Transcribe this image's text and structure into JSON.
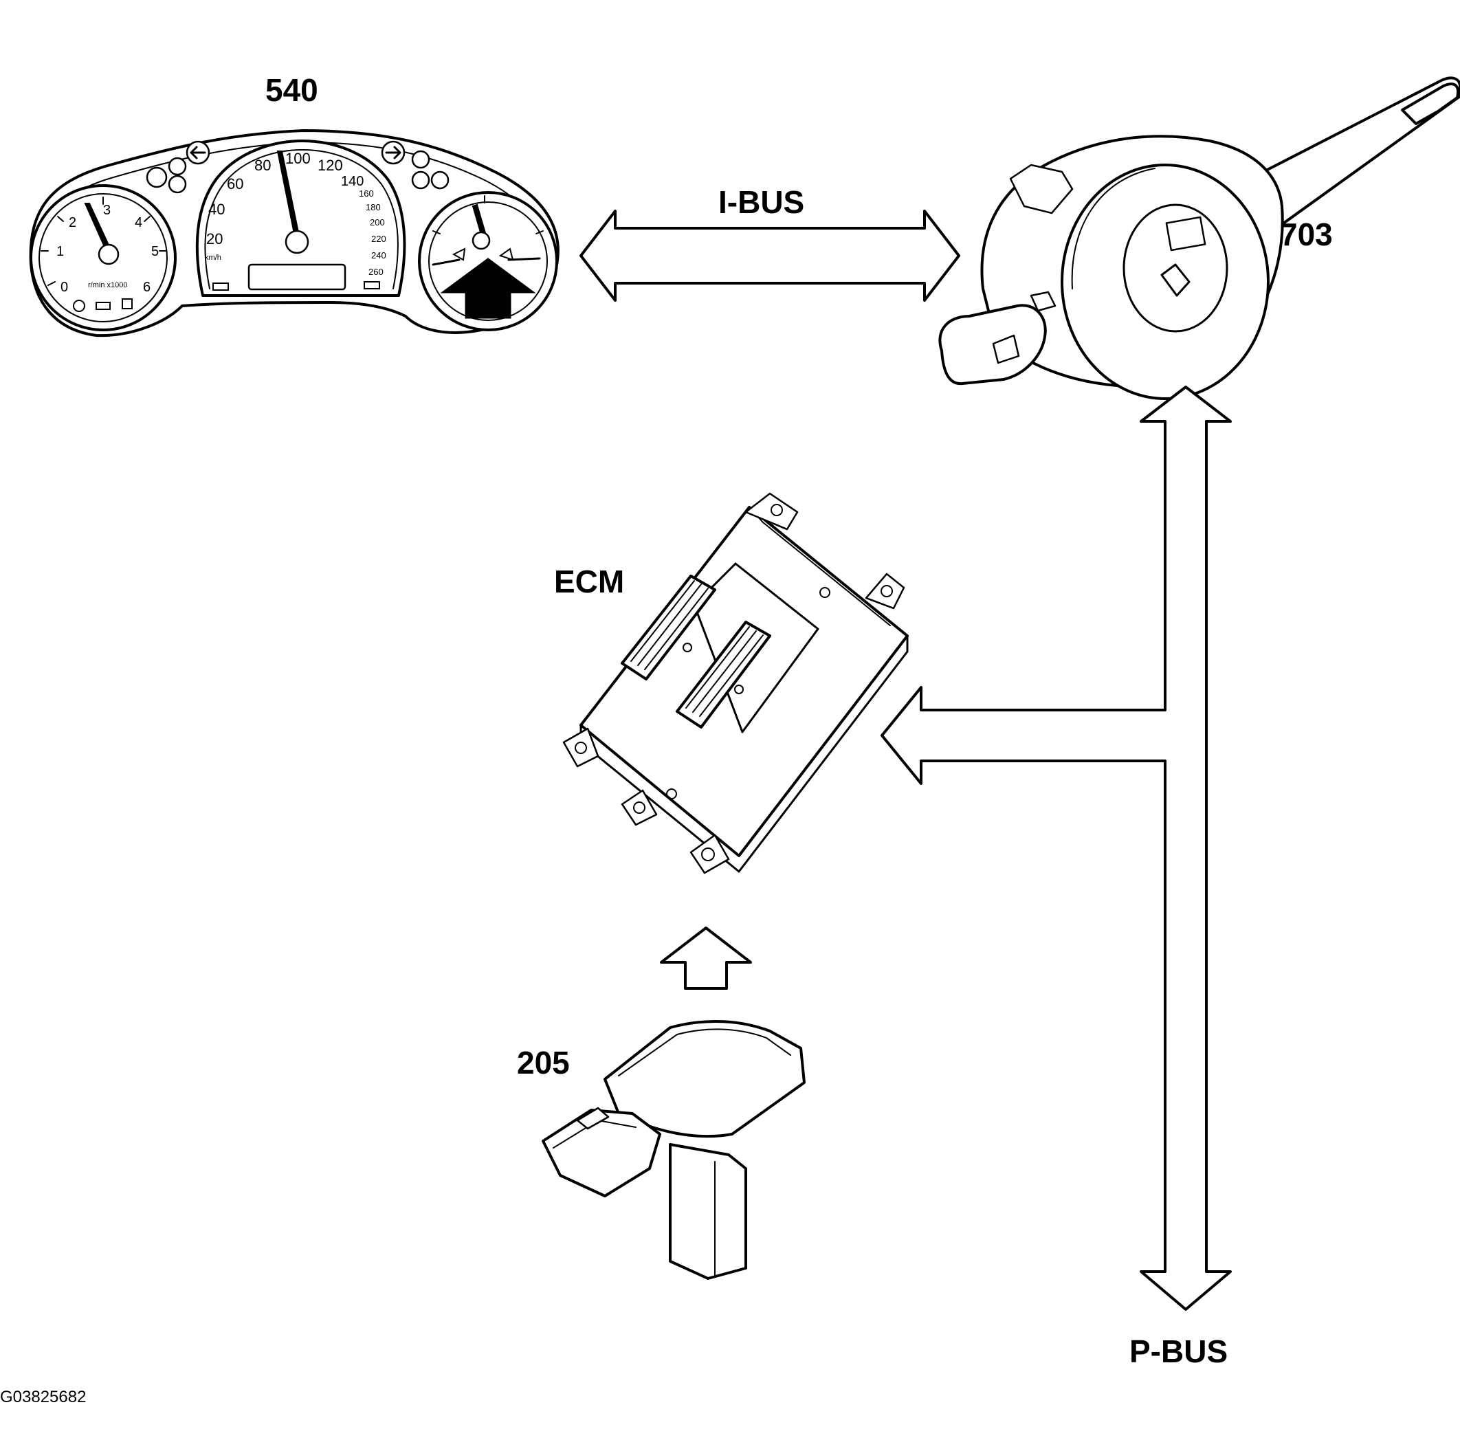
{
  "labels": {
    "instrument_cluster": "540",
    "steering_wheel_module": "703",
    "ecm": "ECM",
    "air_mass_meter": "205",
    "i_bus": "I-BUS",
    "p_bus": "P-BUS",
    "figure_id": "G03825682"
  },
  "cluster": {
    "tach_numbers": [
      "0",
      "1",
      "2",
      "3",
      "4",
      "5",
      "6"
    ],
    "tach_unit": "r/min x1000",
    "speedo_numbers": [
      "20",
      "40",
      "60",
      "80",
      "100",
      "120",
      "140",
      "160",
      "180",
      "200",
      "220",
      "240",
      "260"
    ],
    "speedo_unit": "km/h"
  }
}
